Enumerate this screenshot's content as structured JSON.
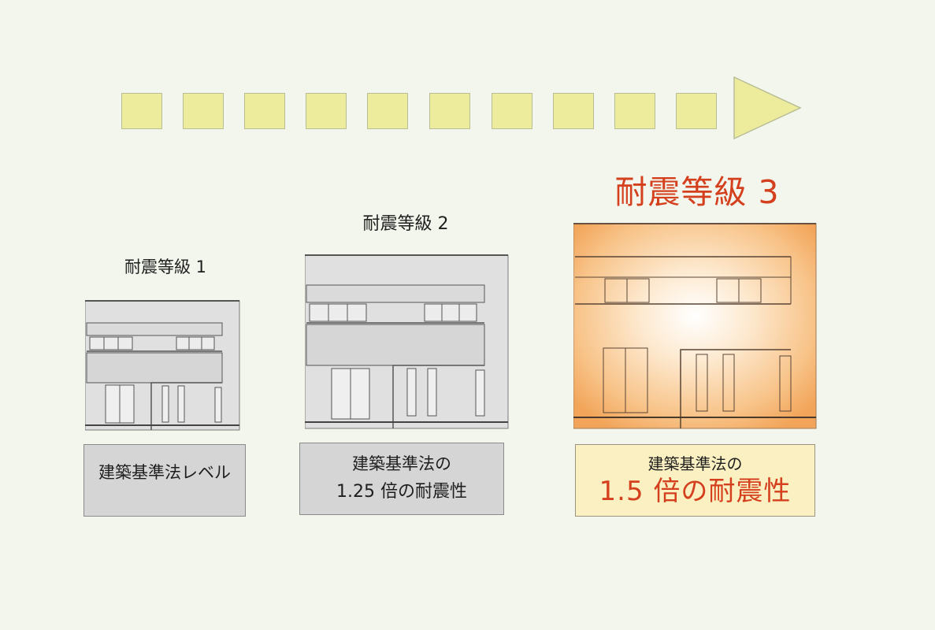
{
  "arrow": {
    "square_color": "#ecec9c",
    "head_color": "#ecec9c"
  },
  "levels": [
    {
      "title": "耐震等級 1",
      "label_lines": [
        "建築基準法レベル"
      ],
      "house_fill": "#e0e0e0",
      "box_fill": "#d5d5d5"
    },
    {
      "title": "耐震等級 2",
      "label_lines": [
        "建築基準法の",
        "1.25 倍の耐震性"
      ],
      "house_fill": "#e0e0e0",
      "box_fill": "#d5d5d5"
    },
    {
      "title": "耐震等級 3",
      "label_lines": [
        "建築基準法の",
        "1.5 倍の耐震性"
      ],
      "house_fill": "#f6b36c",
      "box_fill": "#fbf0c2",
      "accent_color": "#d4401d"
    }
  ]
}
